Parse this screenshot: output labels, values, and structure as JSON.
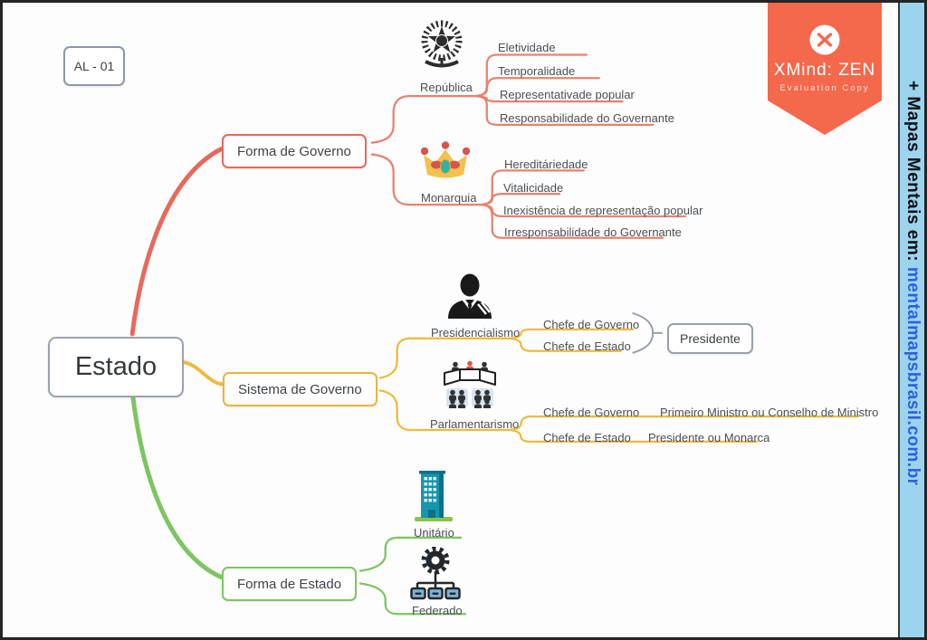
{
  "badge": "AL - 01",
  "root": "Estado",
  "forma_governo": {
    "label": "Forma de Governo",
    "republica": {
      "label": "República",
      "icon": "brazil-coat-of-arms-icon",
      "topics": [
        "Eletividade",
        "Temporalidade",
        "Representativade popular",
        "Responsabilidade do Governante"
      ]
    },
    "monarquia": {
      "label": "Monarquia",
      "icon": "crown-icon",
      "topics": [
        "Hereditáriedade",
        "Vitalicidade",
        "Inexistência de representação popular",
        "Irresponsabilidade do Governante"
      ]
    }
  },
  "sistema_governo": {
    "label": "Sistema de Governo",
    "presidencialismo": {
      "label": "Presidencialismo",
      "icon": "businessman-icon",
      "topics": [
        "Chefe de Governo",
        "Chefe de Estado"
      ],
      "summary": "Presidente"
    },
    "parlamentarismo": {
      "label": "Parlamentarismo",
      "icon": "parliament-icon",
      "rows": [
        {
          "topic": "Chefe de Governo",
          "detail": "Primeiro Ministro ou Conselho de Ministro"
        },
        {
          "topic": "Chefe de Estado",
          "detail": "Presidente ou Monarca"
        }
      ]
    }
  },
  "forma_estado": {
    "label": "Forma de Estado",
    "topics": [
      {
        "label": "Unitário",
        "icon": "building-icon"
      },
      {
        "label": "Federado",
        "icon": "org-network-icon"
      }
    ]
  },
  "watermark": {
    "app": "XMind: ZEN",
    "note": "Evaluation Copy"
  },
  "side_banner": {
    "prefix": "+ Mapas Mentais em: ",
    "url": "mentalmapsbrasil.com.br"
  },
  "colors": {
    "branch_forma_governo": "#e8695a",
    "branch_sistema_governo": "#e7b73d",
    "branch_forma_estado": "#7dc562",
    "summary_gray": "#99a0ab",
    "watermark_bg": "#f4684b",
    "side_banner_bg": "#9cd4ee",
    "side_banner_link": "#2f5fe0"
  }
}
